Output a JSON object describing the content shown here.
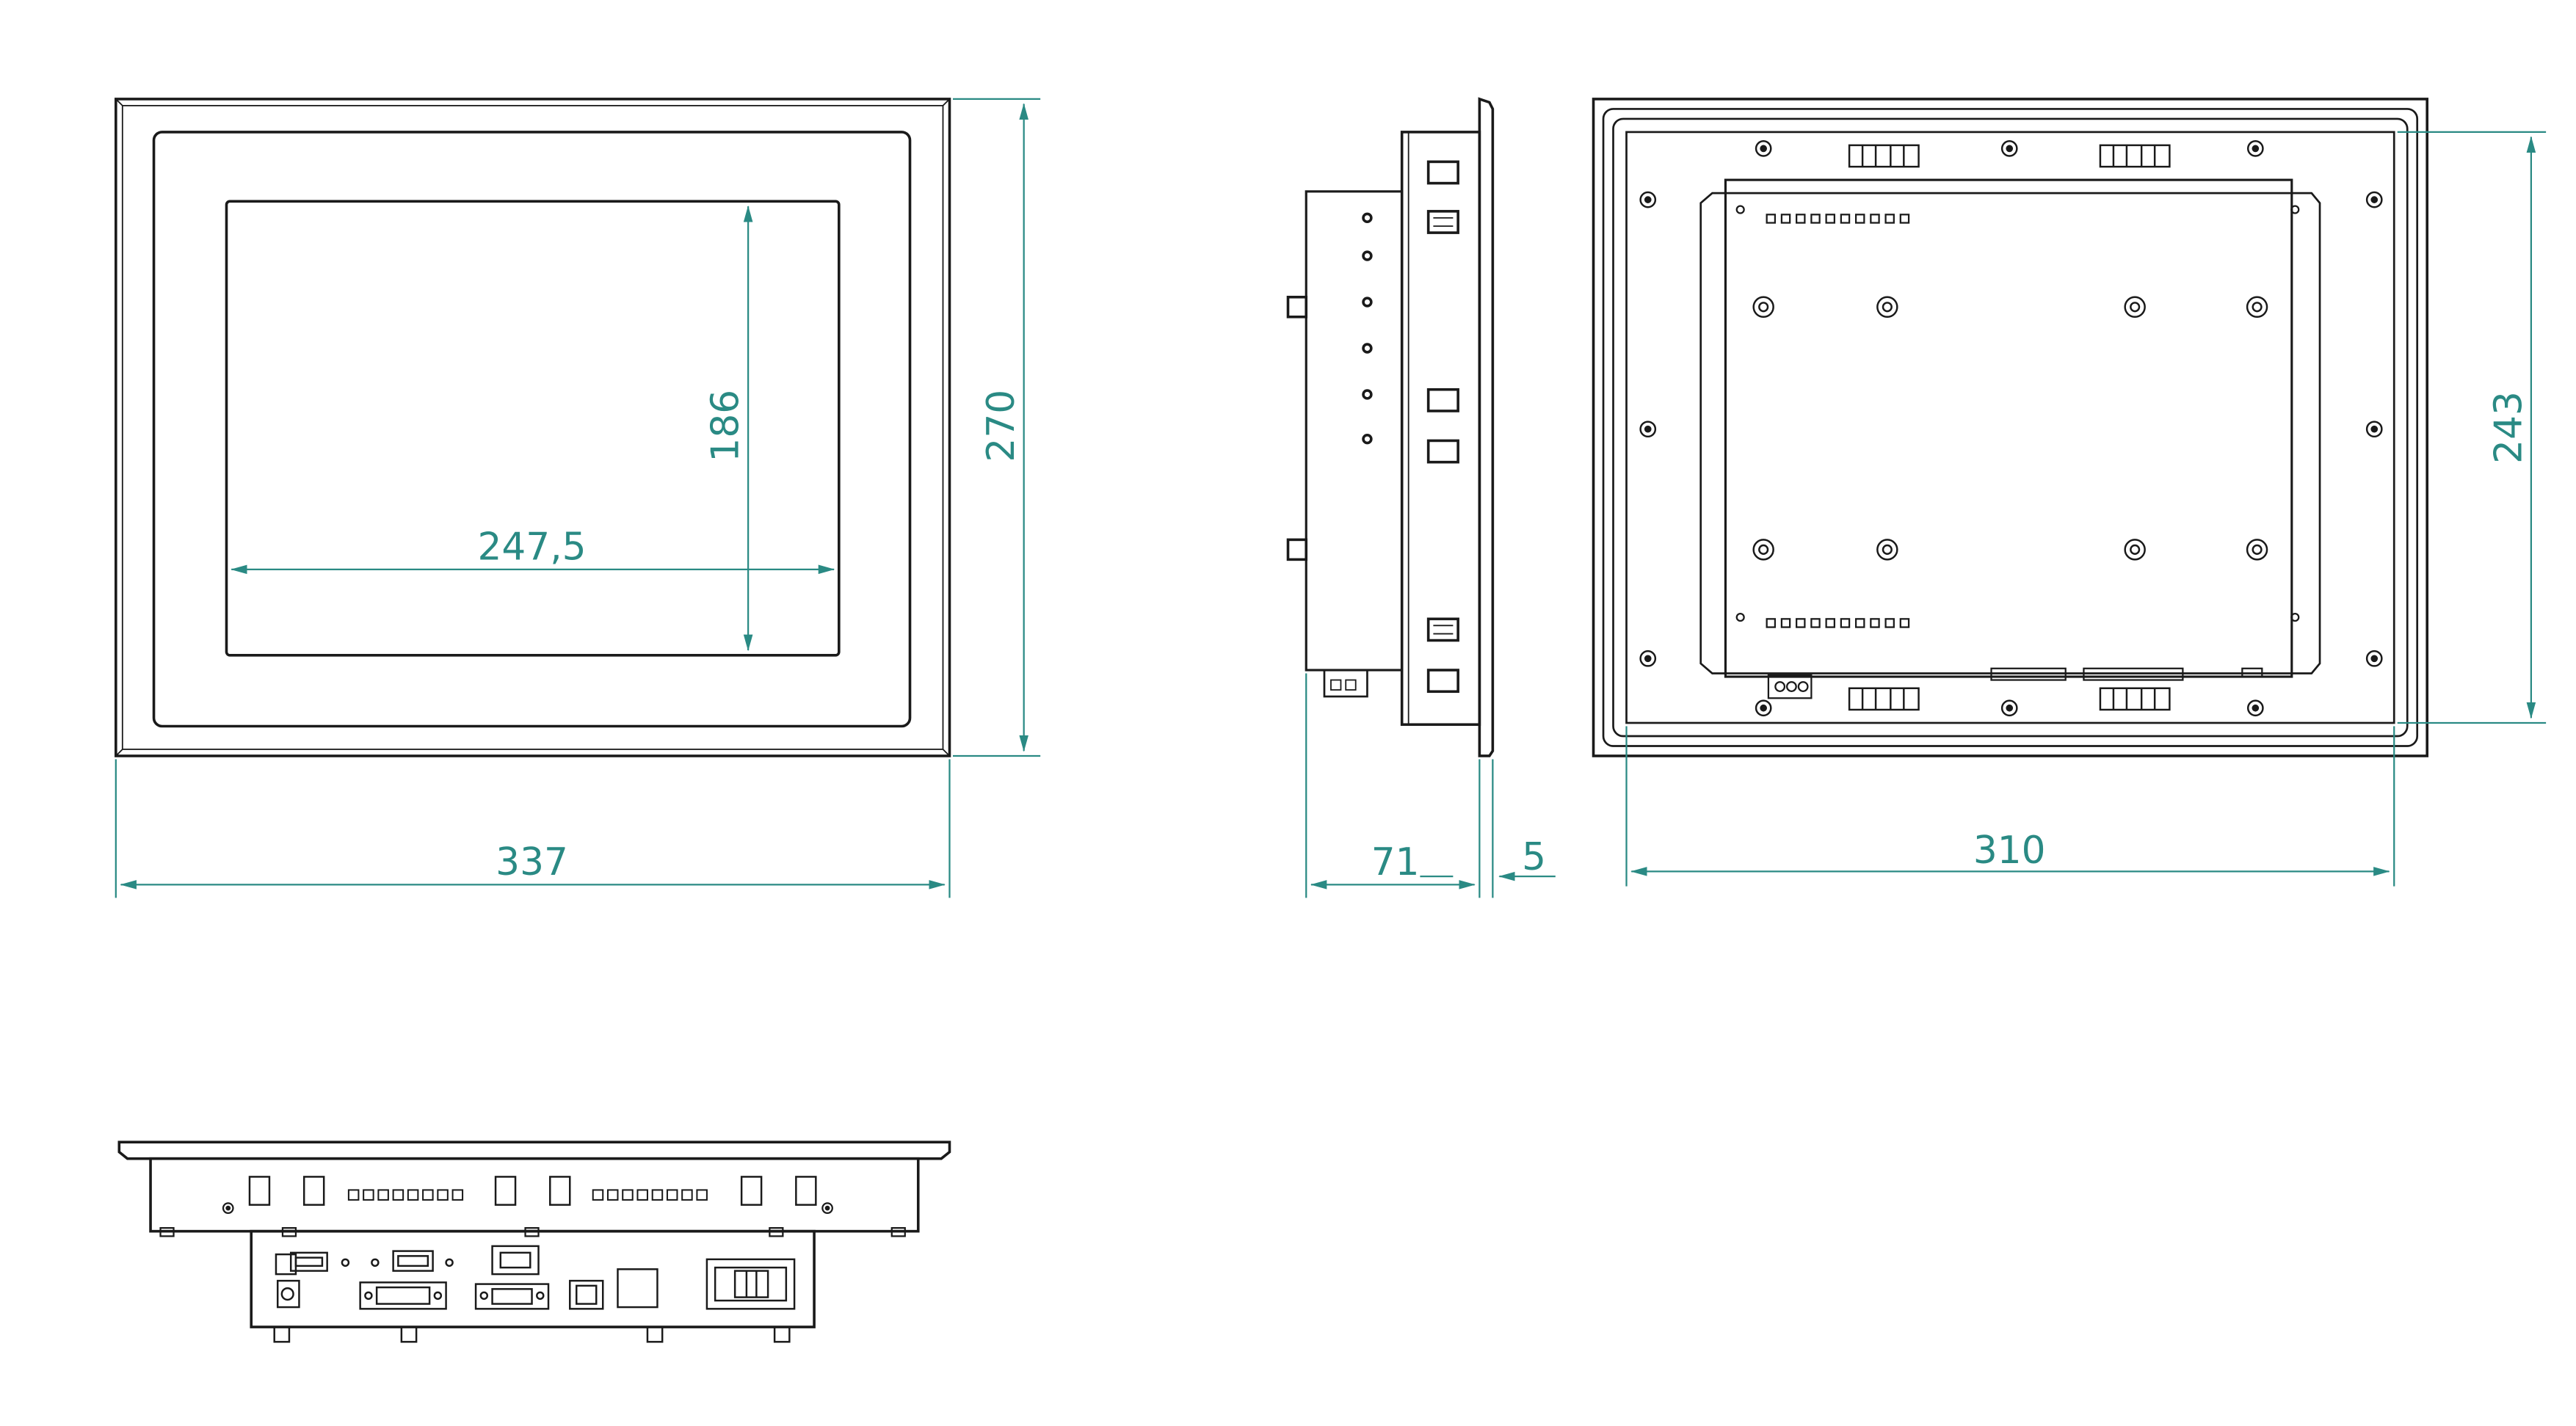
{
  "colors": {
    "outline": "#1a1a1a",
    "dimension": "#2a8a84",
    "background": "#ffffff"
  },
  "dimensions": {
    "width_overall": "337",
    "height_overall": "270",
    "display_width": "247,5",
    "display_height": "186",
    "depth": "71",
    "bezel": "5",
    "cutout_width": "310",
    "cutout_height": "243"
  }
}
